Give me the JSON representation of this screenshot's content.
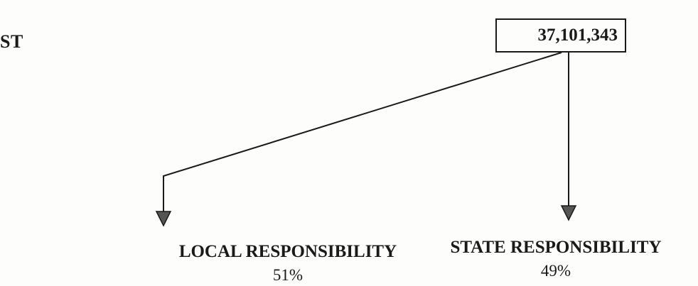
{
  "header": {
    "edge_text": "ST"
  },
  "total": {
    "value": "37,101,343"
  },
  "branches": [
    {
      "label": "LOCAL RESPONSIBILITY",
      "percent": "51%"
    },
    {
      "label": "STATE RESPONSIBILITY",
      "percent": "49%"
    }
  ],
  "colors": {
    "ink": "#1a1a1a",
    "arrow_fill": "#555555"
  }
}
